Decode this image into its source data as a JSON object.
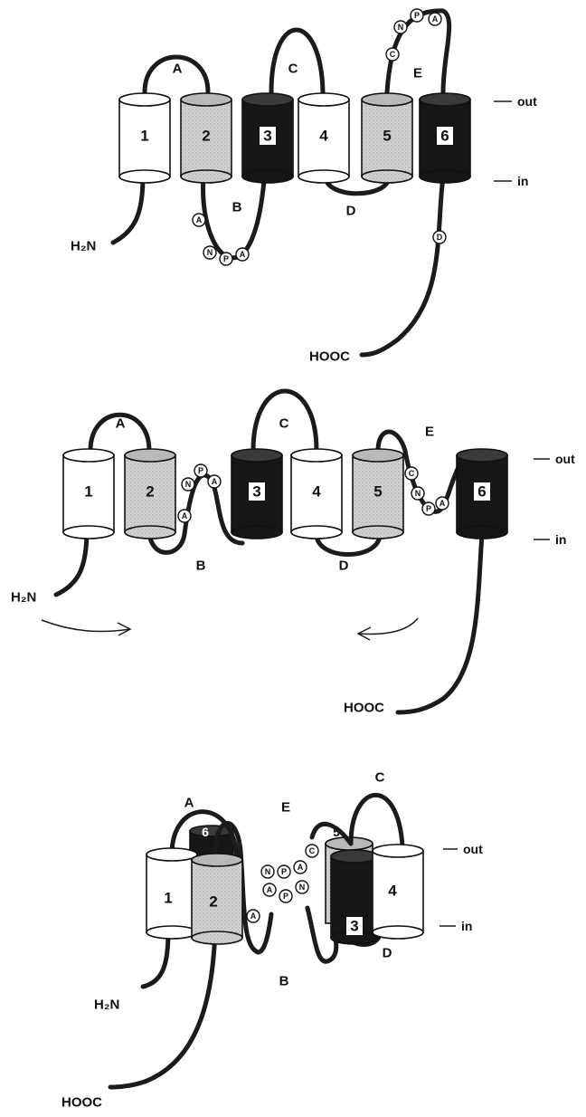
{
  "fills": {
    "white": "#ffffff",
    "light": "#cfcfcf",
    "dark": "#161616"
  },
  "panel1": {
    "helices": [
      {
        "num": "1",
        "fill": "white"
      },
      {
        "num": "2",
        "fill": "light"
      },
      {
        "num": "3",
        "fill": "dark"
      },
      {
        "num": "4",
        "fill": "white"
      },
      {
        "num": "5",
        "fill": "light"
      },
      {
        "num": "6",
        "fill": "dark"
      }
    ],
    "loops": {
      "A": "A",
      "B": "B",
      "C": "C",
      "D": "D",
      "E": "E"
    },
    "motif_B": [
      "A",
      "N",
      "P",
      "A"
    ],
    "motif_E": [
      "C",
      "N",
      "P",
      "A"
    ],
    "residue_D": "D",
    "n_term": "H₂N",
    "c_term": "HOOC",
    "out_label": "out",
    "in_label": "in"
  },
  "panel2": {
    "helices": [
      {
        "num": "1",
        "fill": "white"
      },
      {
        "num": "2",
        "fill": "light"
      },
      {
        "num": "3",
        "fill": "dark"
      },
      {
        "num": "4",
        "fill": "white"
      },
      {
        "num": "5",
        "fill": "light"
      },
      {
        "num": "6",
        "fill": "dark"
      }
    ],
    "loops": {
      "A": "A",
      "B": "B",
      "C": "C",
      "D": "D",
      "E": "E"
    },
    "motif_B": [
      "A",
      "N",
      "P",
      "A"
    ],
    "motif_E": [
      "C",
      "N",
      "P",
      "A"
    ],
    "n_term": "H₂N",
    "c_term": "HOOC",
    "out_label": "out",
    "in_label": "in"
  },
  "panel3": {
    "helices": [
      {
        "num": "6",
        "fill": "dark"
      },
      {
        "num": "1",
        "fill": "white"
      },
      {
        "num": "2",
        "fill": "light"
      },
      {
        "num": "5",
        "fill": "light"
      },
      {
        "num": "3",
        "fill": "dark"
      },
      {
        "num": "4",
        "fill": "white"
      }
    ],
    "loops": {
      "A": "A",
      "B": "B",
      "C": "C",
      "D": "D",
      "E": "E"
    },
    "motif_B": [
      "A",
      "A",
      "P",
      "N"
    ],
    "motif_E": [
      "N",
      "P",
      "A",
      "C"
    ],
    "n_term": "H₂N",
    "c_term": "HOOC",
    "out_label": "out",
    "in_label": "in"
  }
}
